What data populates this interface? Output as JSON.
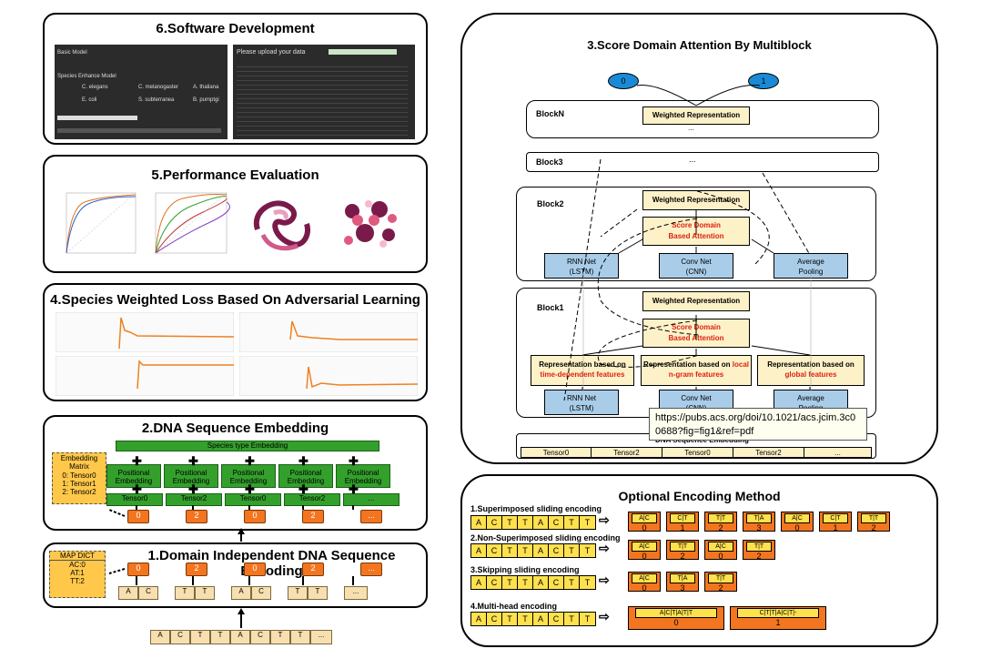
{
  "panels": {
    "software": {
      "title": "6.Software Development",
      "left_heading1": "Basic Model",
      "left_heading2": "Species Enhance Model",
      "upload_text": "Please upload your data",
      "species": [
        "C. elegans",
        "C. melanogaster",
        "A. thaliana",
        "E. coli",
        "S. subterranea",
        "B. pumptgi"
      ]
    },
    "performance": {
      "title": "5.Performance Evaluation"
    },
    "adversarial": {
      "title": "4.Species Weighted Loss Based On Adversarial Learning"
    },
    "embedding": {
      "title": "2.DNA Sequence Embedding",
      "species_bar": "Species type Embedding",
      "pos_label": "Positional Embedding",
      "tensors": [
        "Tensor0",
        "Tensor2",
        "Tensor0",
        "Tensor2",
        "..."
      ],
      "ids": [
        "0",
        "2",
        "0",
        "2",
        "..."
      ],
      "matrix_title": "Embedding Matrix",
      "matrix_rows": [
        "0:  Tensor0",
        "1:  Tensor1",
        "2:  Tensor2"
      ]
    },
    "encoding": {
      "title": "1.Domain Independent DNA Sequence Encoding",
      "dict_title": "MAP DICT",
      "dict_rows": [
        "AC:0",
        "AT:1",
        "TT:2"
      ],
      "ids": [
        "0",
        "2",
        "0",
        "2",
        "..."
      ],
      "pairs": [
        [
          "A",
          "C"
        ],
        [
          "T",
          "T"
        ],
        [
          "A",
          "C"
        ],
        [
          "T",
          "T"
        ],
        [
          "..."
        ]
      ],
      "input_seq": [
        "A",
        "C",
        "T",
        "T",
        "A",
        "C",
        "T",
        "T",
        "..."
      ]
    },
    "attention": {
      "title": "3.Score Domain Attention By Multiblock",
      "out0": "0",
      "out1": "1",
      "blockN": "BlockN",
      "block3": "Block3",
      "block2": "Block2",
      "block1": "Block1",
      "weighted": "Weighted Representation",
      "ellipsis": "...",
      "score_attention": "Score Domain Based Attention",
      "rnn": "RNN Net (LSTM)",
      "conv": "Conv Net (CNN)",
      "avg": "Average Pooling",
      "rep_time_a": "Representation based on",
      "rep_time_b": "time-dependent features",
      "rep_local_a": "Representation based on ",
      "rep_local_red": "local",
      "rep_local_b": "n-gram features",
      "rep_global_a": "Representation based on",
      "rep_global_b": "global features",
      "dna_embed": "DNA Sequence Embedding",
      "tensors": [
        "Tensor0",
        "Tensor2",
        "Tensor0",
        "Tensor2",
        "..."
      ],
      "tooltip": "https://pubs.acs.org/doi/10.1021/acs.jcim.3c00688?fig=fig1&ref=pdf"
    },
    "optional": {
      "title": "Optional Encoding Method",
      "m1": "1.Superimposed sliding encoding",
      "m2": "2.Non-Superimposed sliding  encoding",
      "m3": "3.Skipping sliding encoding",
      "m4": "4.Multi-head encoding",
      "seq": [
        "A",
        "C",
        "T",
        "T",
        "A",
        "C",
        "T",
        "T"
      ],
      "r1": [
        [
          "A|C",
          "0"
        ],
        [
          "C|T",
          "1"
        ],
        [
          "T|T",
          "2"
        ],
        [
          "T|A",
          "3"
        ],
        [
          "A|C",
          "0"
        ],
        [
          "C|T",
          "1"
        ],
        [
          "T|T",
          "2"
        ]
      ],
      "r2": [
        [
          "A|C",
          "0"
        ],
        [
          "T|T",
          "2"
        ],
        [
          "A|C",
          "0"
        ],
        [
          "T|T",
          "2"
        ]
      ],
      "r3": [
        [
          "A|C",
          "0"
        ],
        [
          "T|A",
          "3"
        ],
        [
          "T|T",
          "2"
        ]
      ],
      "r4": [
        [
          "A|C|T|A|T|T",
          "0"
        ],
        [
          "C|T|T|A|C|T|-",
          "1"
        ]
      ]
    }
  }
}
